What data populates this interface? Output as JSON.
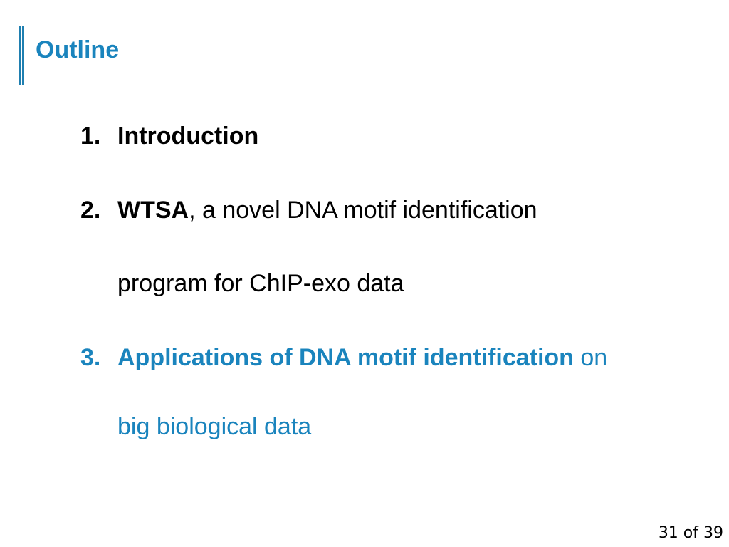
{
  "slide": {
    "title": "Outline",
    "items": [
      {
        "number": "1.",
        "text": "Introduction"
      },
      {
        "number": "2.",
        "bold_text": "WTSA",
        "rest_line1": ", a novel DNA motif identification",
        "line2": "program for ChIP-exo data"
      },
      {
        "number": "3.",
        "bold_text": "Applications of DNA motif identification",
        "rest_line1": " on",
        "line2": "big biological data"
      }
    ],
    "page_number": "31 of 39"
  },
  "colors": {
    "accent": "#1a84bd",
    "text": "#000000",
    "background": "#ffffff"
  }
}
